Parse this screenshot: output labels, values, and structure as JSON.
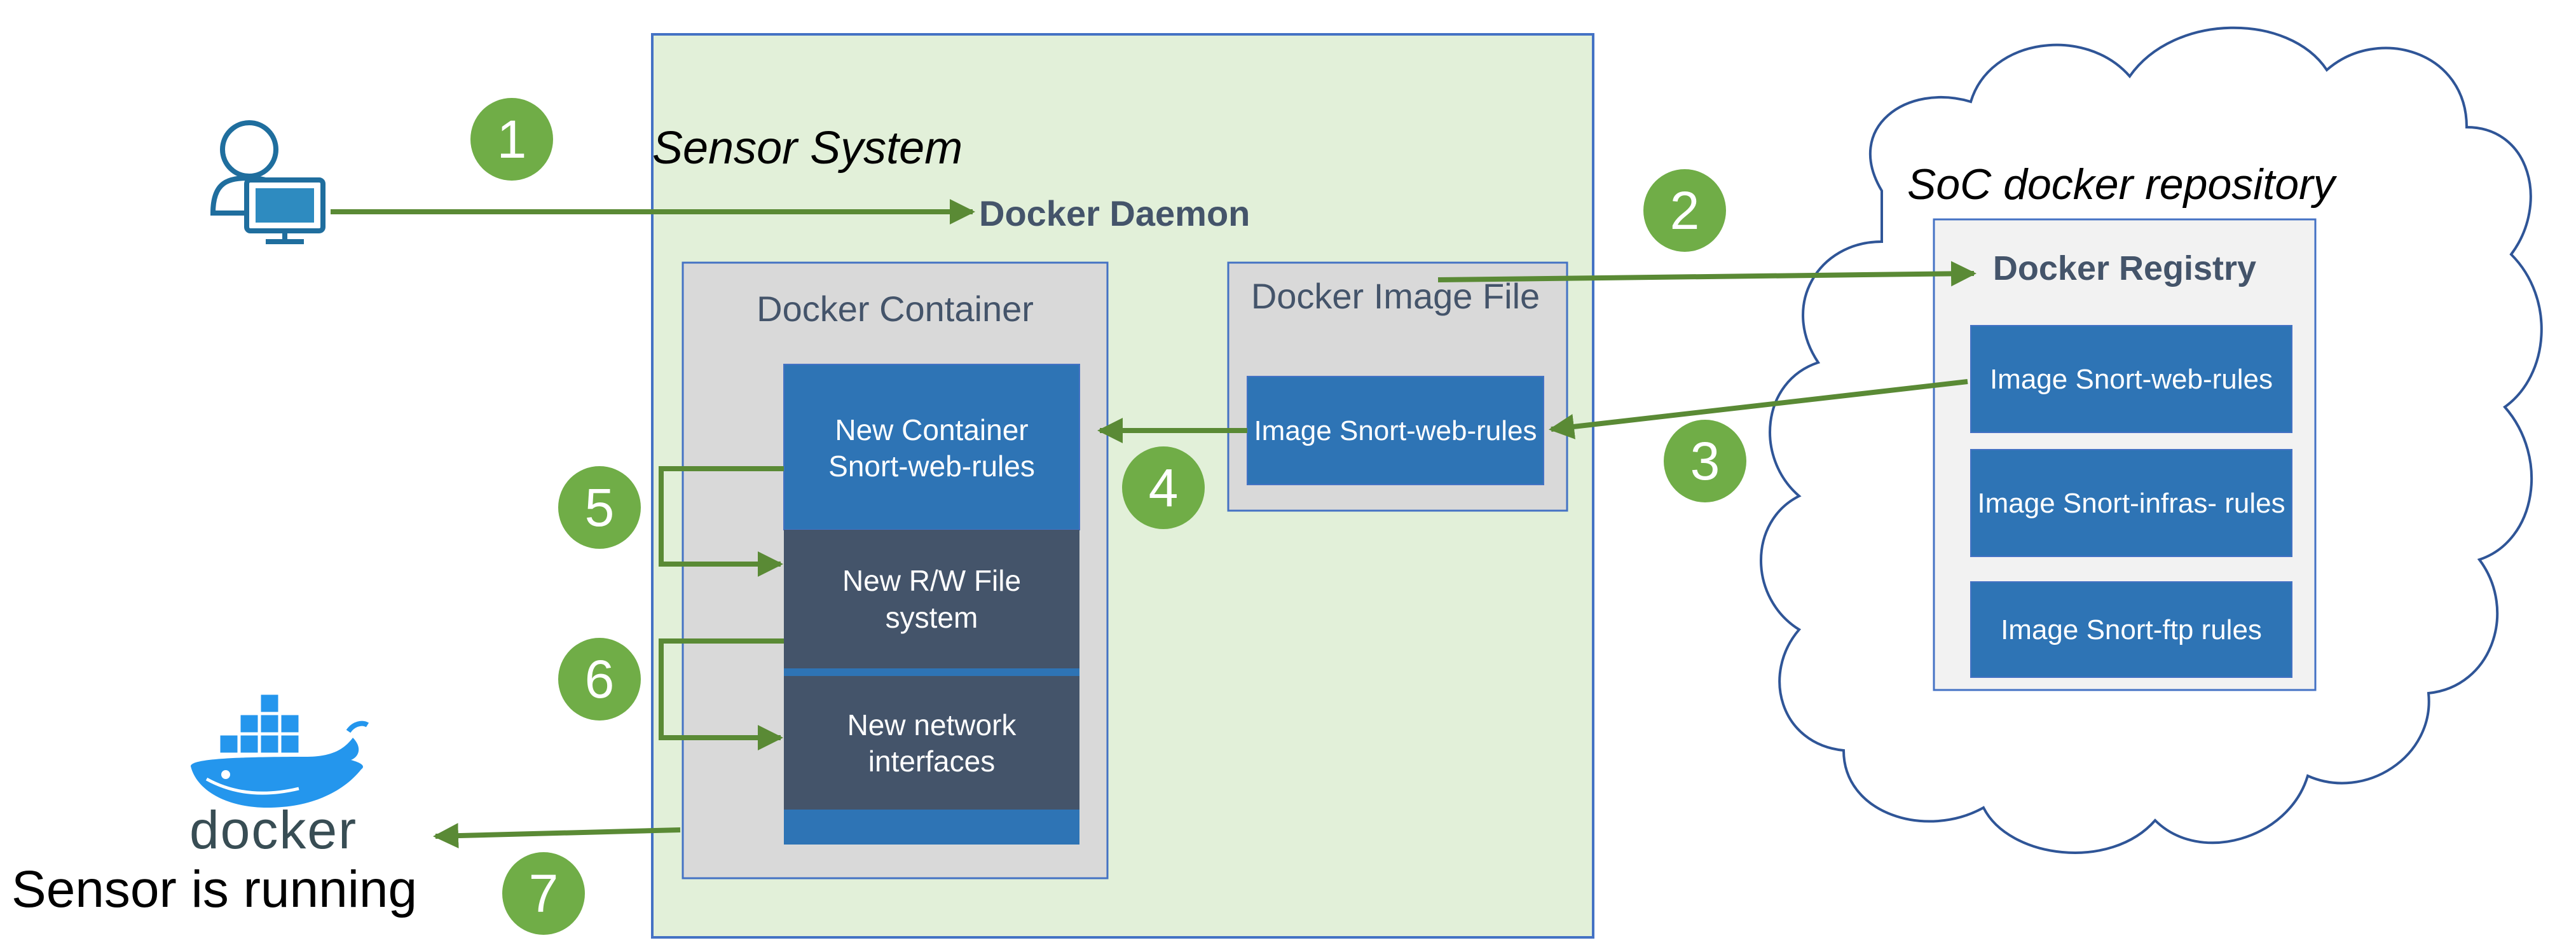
{
  "sensor_system": {
    "title": "Sensor System",
    "daemon": "Docker Daemon"
  },
  "docker_container": {
    "title": "Docker Container",
    "new_container": "New Container Snort-web-rules",
    "rw_fs": "New R/W File system",
    "net_if": "New network interfaces"
  },
  "image_file": {
    "title": "Docker Image File",
    "image": "Image Snort-web-rules"
  },
  "repository": {
    "title": "SoC docker repository",
    "registry": "Docker Registry",
    "images": [
      "Image Snort-web-rules",
      "Image Snort-infras- rules",
      "Image Snort-ftp rules"
    ]
  },
  "steps": [
    "1",
    "2",
    "3",
    "4",
    "5",
    "6",
    "7"
  ],
  "docker_logo": "docker",
  "status": "Sensor is running",
  "icons": {
    "user": "user-computer-icon",
    "logo": "docker-whale-icon"
  },
  "colors": {
    "green_line": "#5A8A35",
    "step_circle": "#70AD47",
    "box_blue": "#2E74B5",
    "box_dark": "#44546A",
    "panel_green": "#E2F0D9",
    "panel_gray": "#D9D9D9"
  }
}
